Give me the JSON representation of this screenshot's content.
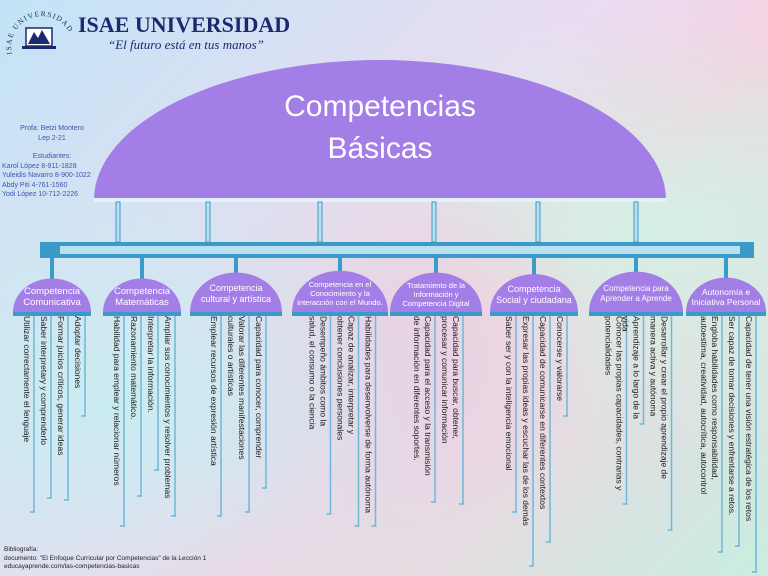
{
  "header": {
    "university": "ISAE UNIVERSIDAD",
    "slogan": "“El futuro está en tus manos”",
    "logo_arc_text": "ISAE UNIVERSIDAD"
  },
  "info": {
    "teacher": "Profa: Betzi Montero",
    "group": "Lep 2-21",
    "students_heading": "Estudiantes:",
    "students": [
      "Karol López 8-911-1828",
      "Yuleidis Navarro 8-900-1022",
      "Abdy Piti 4-761-1560",
      "Yodi López  10-712-2226"
    ]
  },
  "title_line1": "Competencias",
  "title_line2": "Básicas",
  "colors": {
    "purple": "#a37ee6",
    "teal": "#3a9bc8",
    "line": "#6fb7dc"
  },
  "competencies": [
    {
      "label": "Competencia\nComunicativa",
      "items": [
        "Utilizar correctamente el lenguaje",
        "Saber interpretary y comprenderlo",
        "Formar juicios críticos, generar ideas",
        "Adoptar decisiones"
      ]
    },
    {
      "label": "Competencia\nMatemáticas",
      "items": [
        "Habilidad para emplear y relacionar números",
        "Razonamiento matemático.",
        "Interpretar la información.",
        "Ampliar sus conocimientos y resolver problemas"
      ]
    },
    {
      "label": "Competencia\ncultural y artística",
      "items": [
        "Emplear recursos de expresión artística",
        "Valorar las diferentes manifestaciones\nculturales o artísticas",
        "Capacidad para conocer, comprender"
      ]
    },
    {
      "label": "Competencia en el\nConocimiento y la\ninteracción con el Mundo.",
      "items": [
        "Desempeño ámbitos como la\nsalud, el consumo o la ciencia",
        "Capaz de analizar, interpretar y\nobtener conclusiones personales",
        "Habilidades para desenvolverse de forma autónoma"
      ]
    },
    {
      "label": "Tratamiento de la\nInformación y\nCompetencia Digital",
      "items": [
        "Capacidad para el acceso y la transmisión\nde información en diferentes soportes.",
        "Capacidad para buscar, obtener,\nprocesar y comunicar información"
      ]
    },
    {
      "label": "Competencia\nSocial y ciudadana",
      "items": [
        "Saber ser y con la inteligencia emocional",
        "Expresar las propias ideas y escuchar las de los demás",
        "Capacidad de comunicarse en diferentes contextos",
        "Conocerse y valorarse"
      ]
    },
    {
      "label": "Competencia para\nAprender a Aprende",
      "items": [
        "Conocer las propias capacidades, contrarias y\npotencialidades",
        "Aprendizaje a lo largo de la vida",
        "Desarrollar y crear el propio aprendizaje de\nmanera activa y autónoma"
      ]
    },
    {
      "label": "Autonomía e\nIniciativa Personal",
      "items": [
        "Engloba habilidades como responsabilidad,\nautoestima, creatividad, autocrítica, autocontrol",
        "Ser capaz de tomar decisiones y enfrentarse a retos.",
        "Capacidad de tener una visión estratégica de los  retos"
      ]
    }
  ],
  "bibliography": {
    "heading": "Bibliografía:",
    "line1": "documento: \"El Enfoque Curricular por Competencias\" de la Lección 1",
    "line2": "educayaprende.com/las-competencias-basicas"
  }
}
